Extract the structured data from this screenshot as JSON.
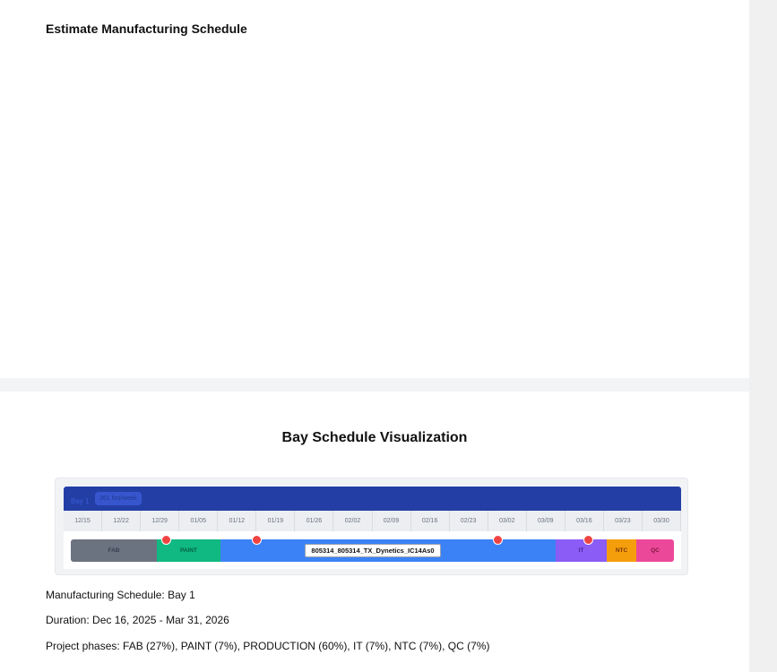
{
  "page": {
    "title": "Estimate Manufacturing Schedule"
  },
  "visualization": {
    "title": "Bay Schedule Visualization",
    "bay_label": "Bay 1",
    "bay_rate": "261 hrs/week",
    "weeks": [
      "12/15",
      "12/22",
      "12/29",
      "01/05",
      "01/12",
      "01/19",
      "01/26",
      "02/02",
      "02/09",
      "02/16",
      "02/23",
      "03/02",
      "03/09",
      "03/16",
      "03/23",
      "03/30"
    ],
    "project_name": "805314_805314_TX_Dynetics_IC14As0",
    "phases": [
      {
        "label": "FAB",
        "color": "#6b7280",
        "text_color": "#374151",
        "share": 0.143
      },
      {
        "label": "PAINT",
        "color": "#10b981",
        "text_color": "#065f46",
        "share": 0.105
      },
      {
        "label": "",
        "color": "#3b82f6",
        "text_color": "#1e3a8a",
        "share": 0.555
      },
      {
        "label": "IT",
        "color": "#8b5cf6",
        "text_color": "#4c1d95",
        "share": 0.085
      },
      {
        "label": "NTC",
        "color": "#f59e0b",
        "text_color": "#78350f",
        "share": 0.049
      },
      {
        "label": "QC",
        "color": "#ec4899",
        "text_color": "#831843",
        "share": 0.063
      }
    ]
  },
  "summary": {
    "schedule": "Manufacturing Schedule: Bay 1",
    "duration": "Duration: Dec 16, 2025 - Mar 31, 2026",
    "phases": "Project phases: FAB (27%), PAINT (7%), PRODUCTION (60%), IT (7%), NTC (7%), QC (7%)"
  }
}
